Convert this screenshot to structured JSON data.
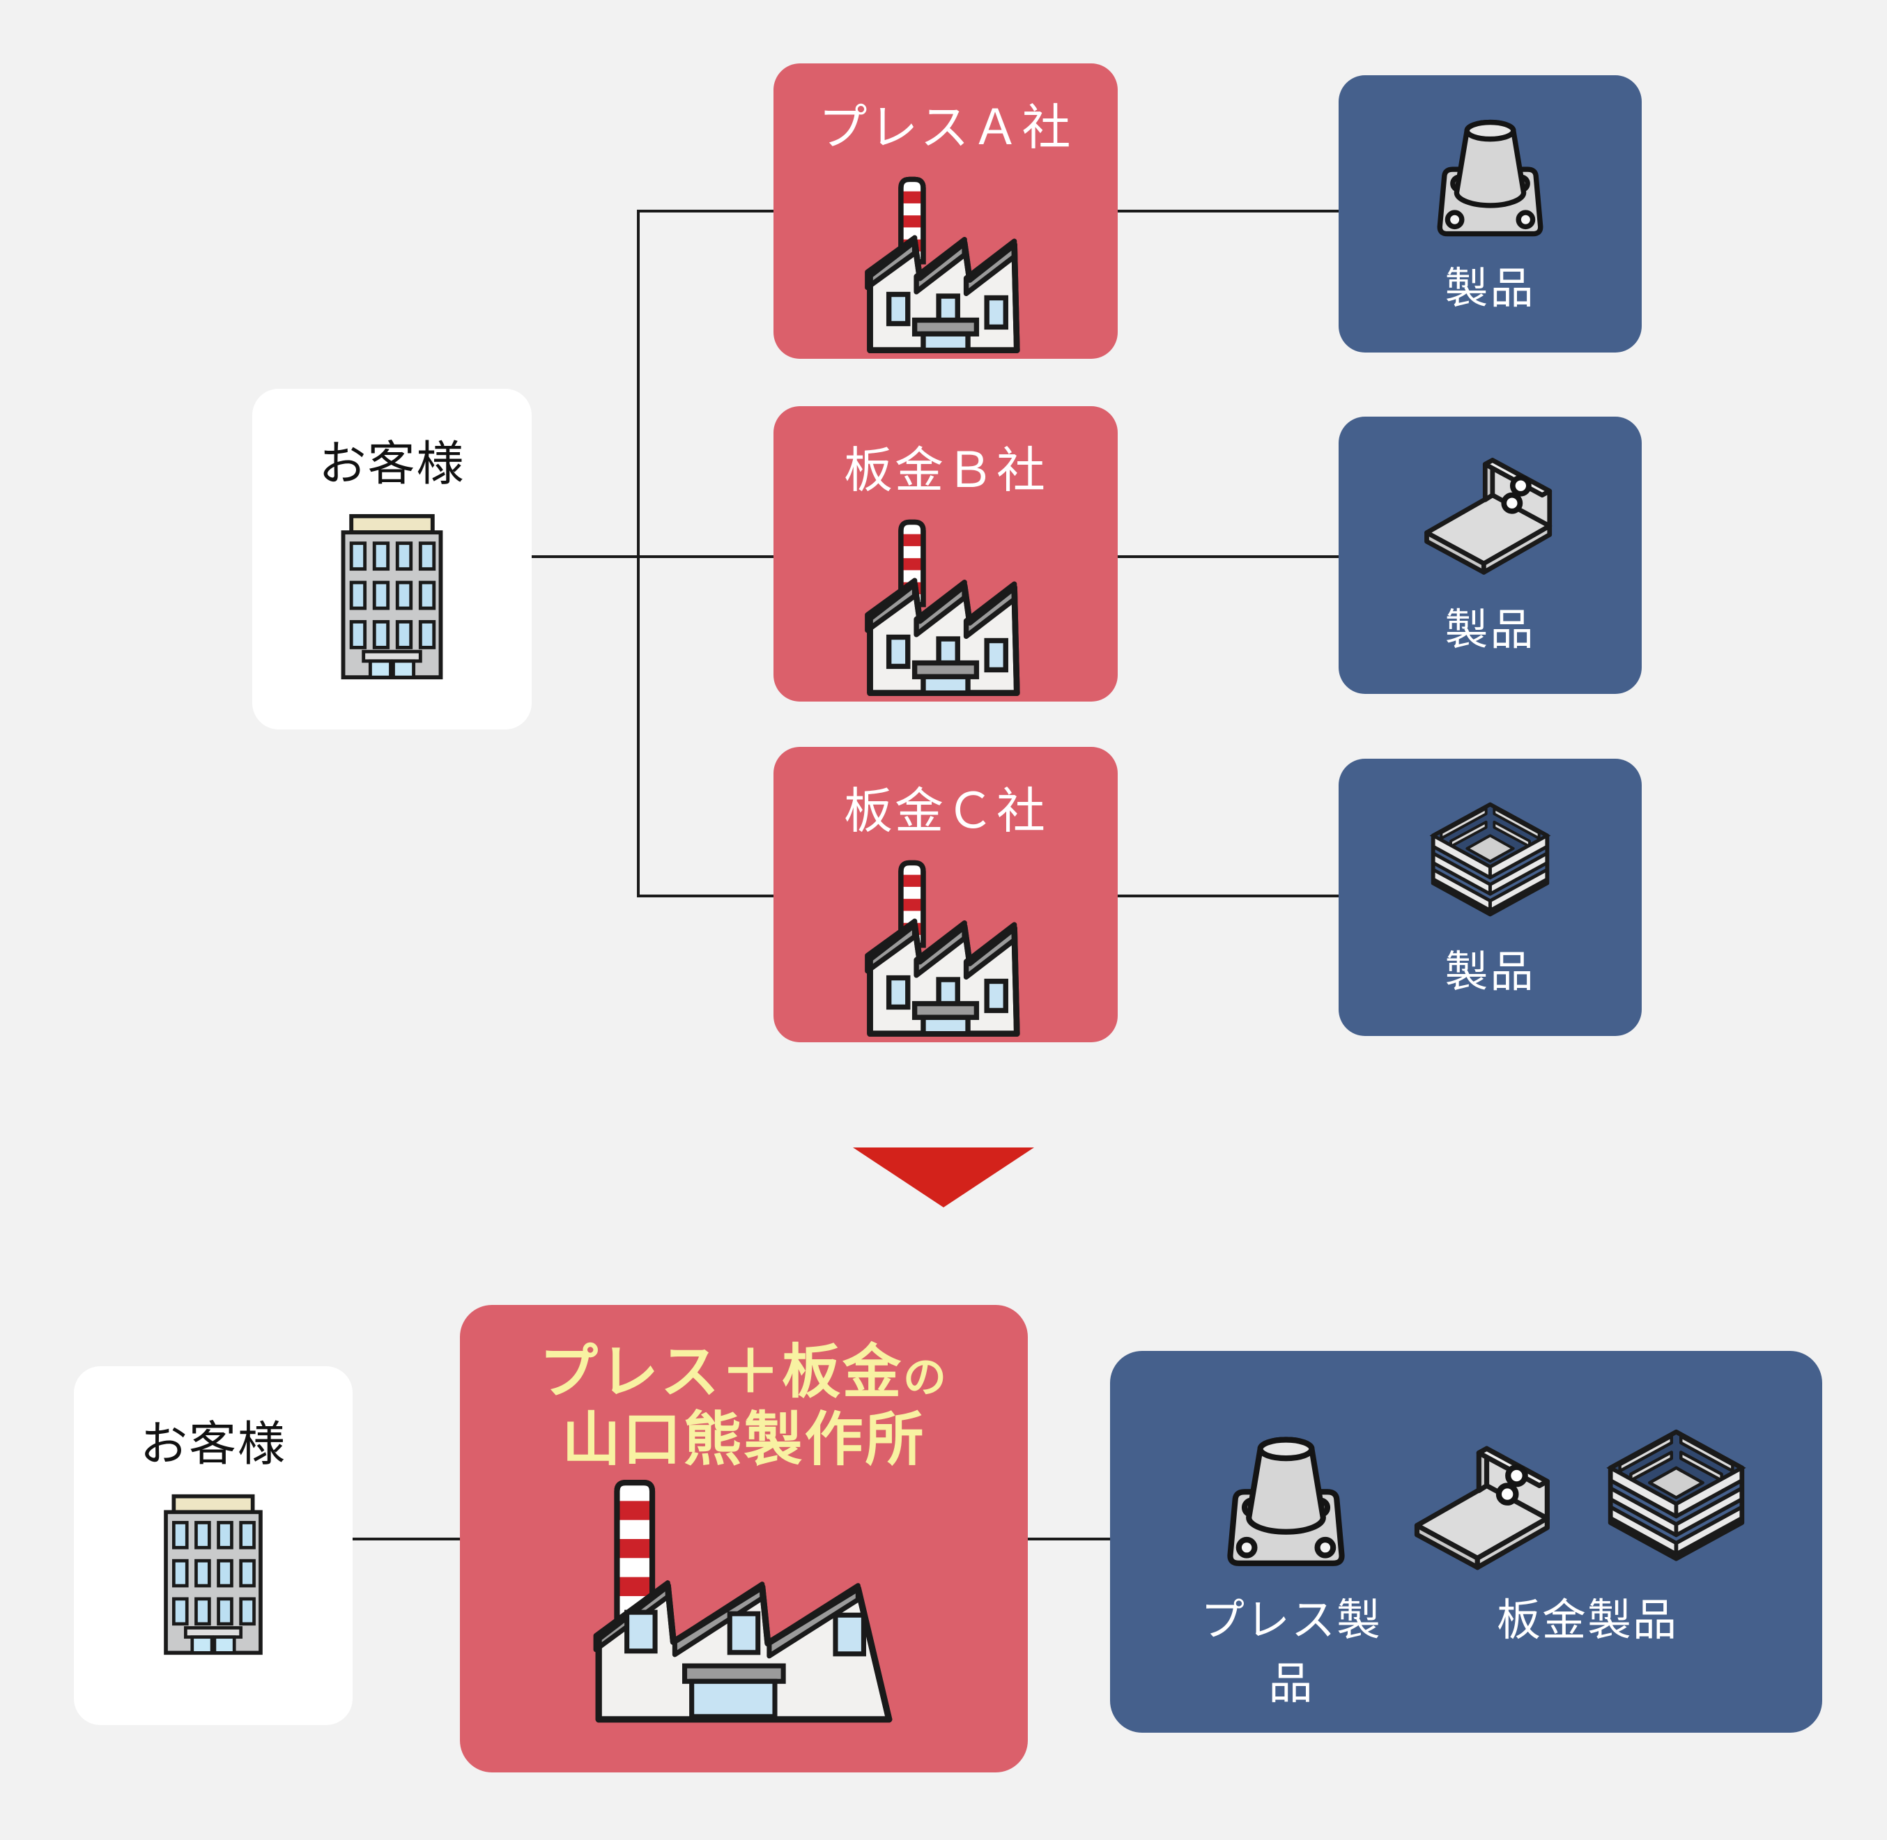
{
  "colors": {
    "bg": "#F2F2F2",
    "red_box": "#DB606B",
    "blue_box": "#45608C",
    "arrow_red": "#D3221B",
    "title_yellow": "#F8F2A2",
    "line_black": "#1A1A1A"
  },
  "top": {
    "customer": {
      "label": "お客様"
    },
    "rows": [
      {
        "company": "プレスＡ社",
        "product_label": "製品",
        "product_icon": "pressed-part-icon"
      },
      {
        "company": "板金Ｂ社",
        "product_label": "製品",
        "product_icon": "angle-bracket-icon"
      },
      {
        "company": "板金Ｃ社",
        "product_label": "製品",
        "product_icon": "crate-icon"
      }
    ]
  },
  "transition": {
    "arrow_direction": "down"
  },
  "bottom": {
    "customer": {
      "label": "お客様"
    },
    "company": {
      "title_line1_main": "プレス＋板金",
      "title_line1_particle": "の",
      "title_line2": "山口熊製作所"
    },
    "products": {
      "press_label": "プレス製品",
      "sheet_metal_label": "板金製品"
    }
  }
}
